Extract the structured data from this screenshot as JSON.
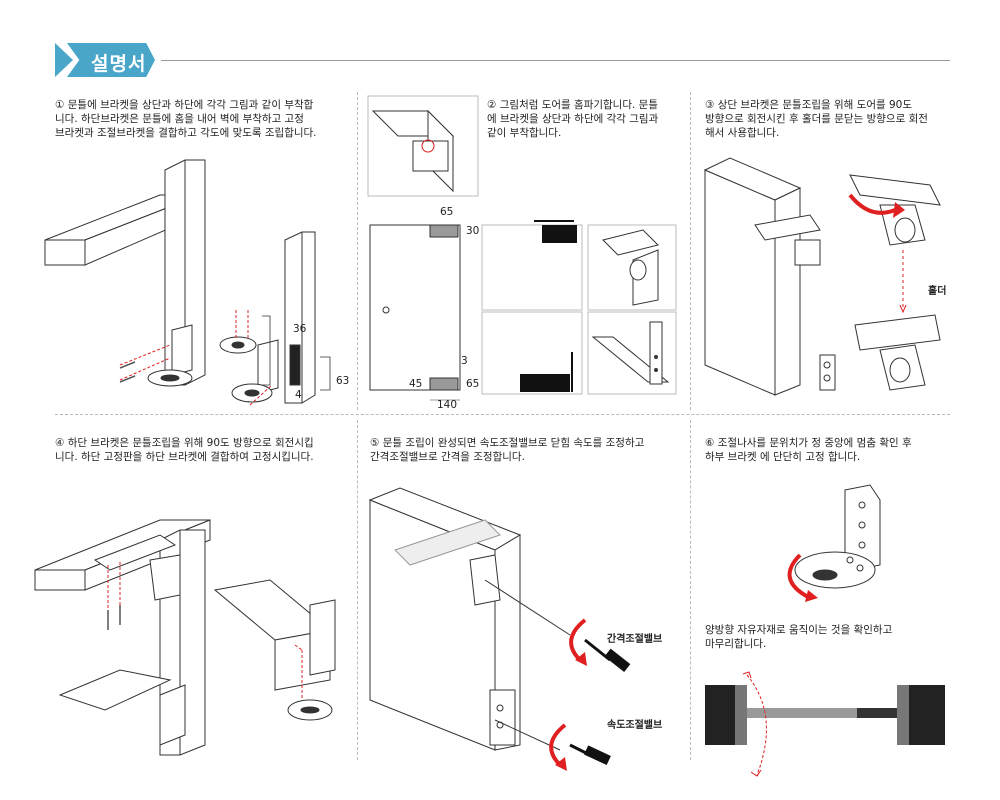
{
  "header": {
    "title": "설명서",
    "accent_color": "#4aa6c9"
  },
  "steps": [
    {
      "text": "① 문틀에 브라켓을 상단과 하단에 각각 그림과 같이 부착합\n니다. 하단브라켓은 문틀에 홈을 내어 벽에 부착하고 고정\n브라켓과 조절브라켓을 결합하고 각도에 맞도록 조립합니다."
    },
    {
      "text": "② 그림처럼 도어를 홈파기합니다. 문틀\n에 브라켓을 상단과 하단에 각각 그림과\n같이 부착합니다."
    },
    {
      "text": "③ 상단 브라켓은 문틀조립을 위해 도어를 90도\n방향으로 회전시킨 후 홀더를 문닫는 방향으로 회전\n해서 사용합니다."
    },
    {
      "text": "④ 하단 브라켓은 문틀조립을 위해 90도 방향으로 회전시킵\n니다. 하단 고정판을 하단 브라켓에 결합하여 고정시킵니다."
    },
    {
      "text": "⑤ 문틀 조립이 완성되면 속도조절밸브로 닫힘 속도를 조정하고\n간격조절밸브로 간격을 조정합니다."
    },
    {
      "text": "⑥ 조절나사를 문위치가 정 중앙에 멈춤 확인 후\n하부 브라켓 에 단단히 고정 합니다."
    }
  ],
  "step1_dims": {
    "d36": "36",
    "d63": "63",
    "d4": "4"
  },
  "step2_dims": {
    "d65_top": "65",
    "d30": "30",
    "d3": "3",
    "d45": "45",
    "d65_bottom": "65",
    "d140": "140"
  },
  "step3_label": "홀더",
  "step5_labels": {
    "gap_valve": "간격조절밸브",
    "speed_valve": "속도조절밸브"
  },
  "step6_note": "양방향 자유자재로 움직이는 것을 확인하고\n마무리합니다.",
  "colors": {
    "line": "#333333",
    "arrow_red": "#e02020",
    "divider": "#bbbbbb"
  }
}
